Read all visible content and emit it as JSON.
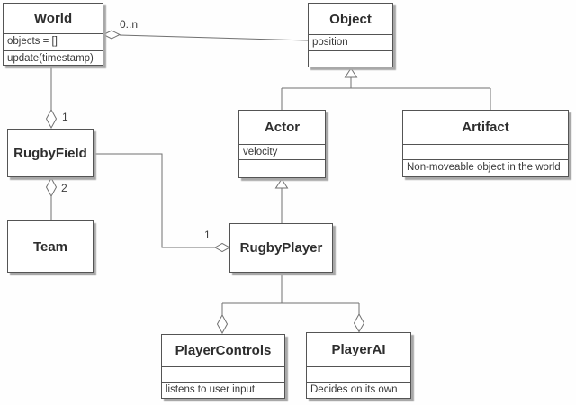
{
  "classes": {
    "world": {
      "name": "World",
      "attribute": "objects = []",
      "method": "update(timestamp)"
    },
    "object": {
      "name": "Object",
      "attribute": "position"
    },
    "actor": {
      "name": "Actor",
      "attribute": "velocity"
    },
    "artifact": {
      "name": "Artifact",
      "note": "Non-moveable object in the world"
    },
    "rugbyfield": {
      "name": "RugbyField"
    },
    "team": {
      "name": "Team"
    },
    "rugbyplayer": {
      "name": "RugbyPlayer"
    },
    "playercontrols": {
      "name": "PlayerControls",
      "note": "listens to user input"
    },
    "playerai": {
      "name": "PlayerAI",
      "note": "Decides on its own"
    }
  },
  "multiplicities": {
    "world_object": "0..n",
    "world_rugbyfield": "1",
    "rugbyfield_team": "2",
    "rugbyfield_rugbyplayer": "1"
  },
  "colors": {
    "background": "#ffffff",
    "box_border": "#545454",
    "connector": "#707070",
    "shadow": "#a8a8a8"
  }
}
